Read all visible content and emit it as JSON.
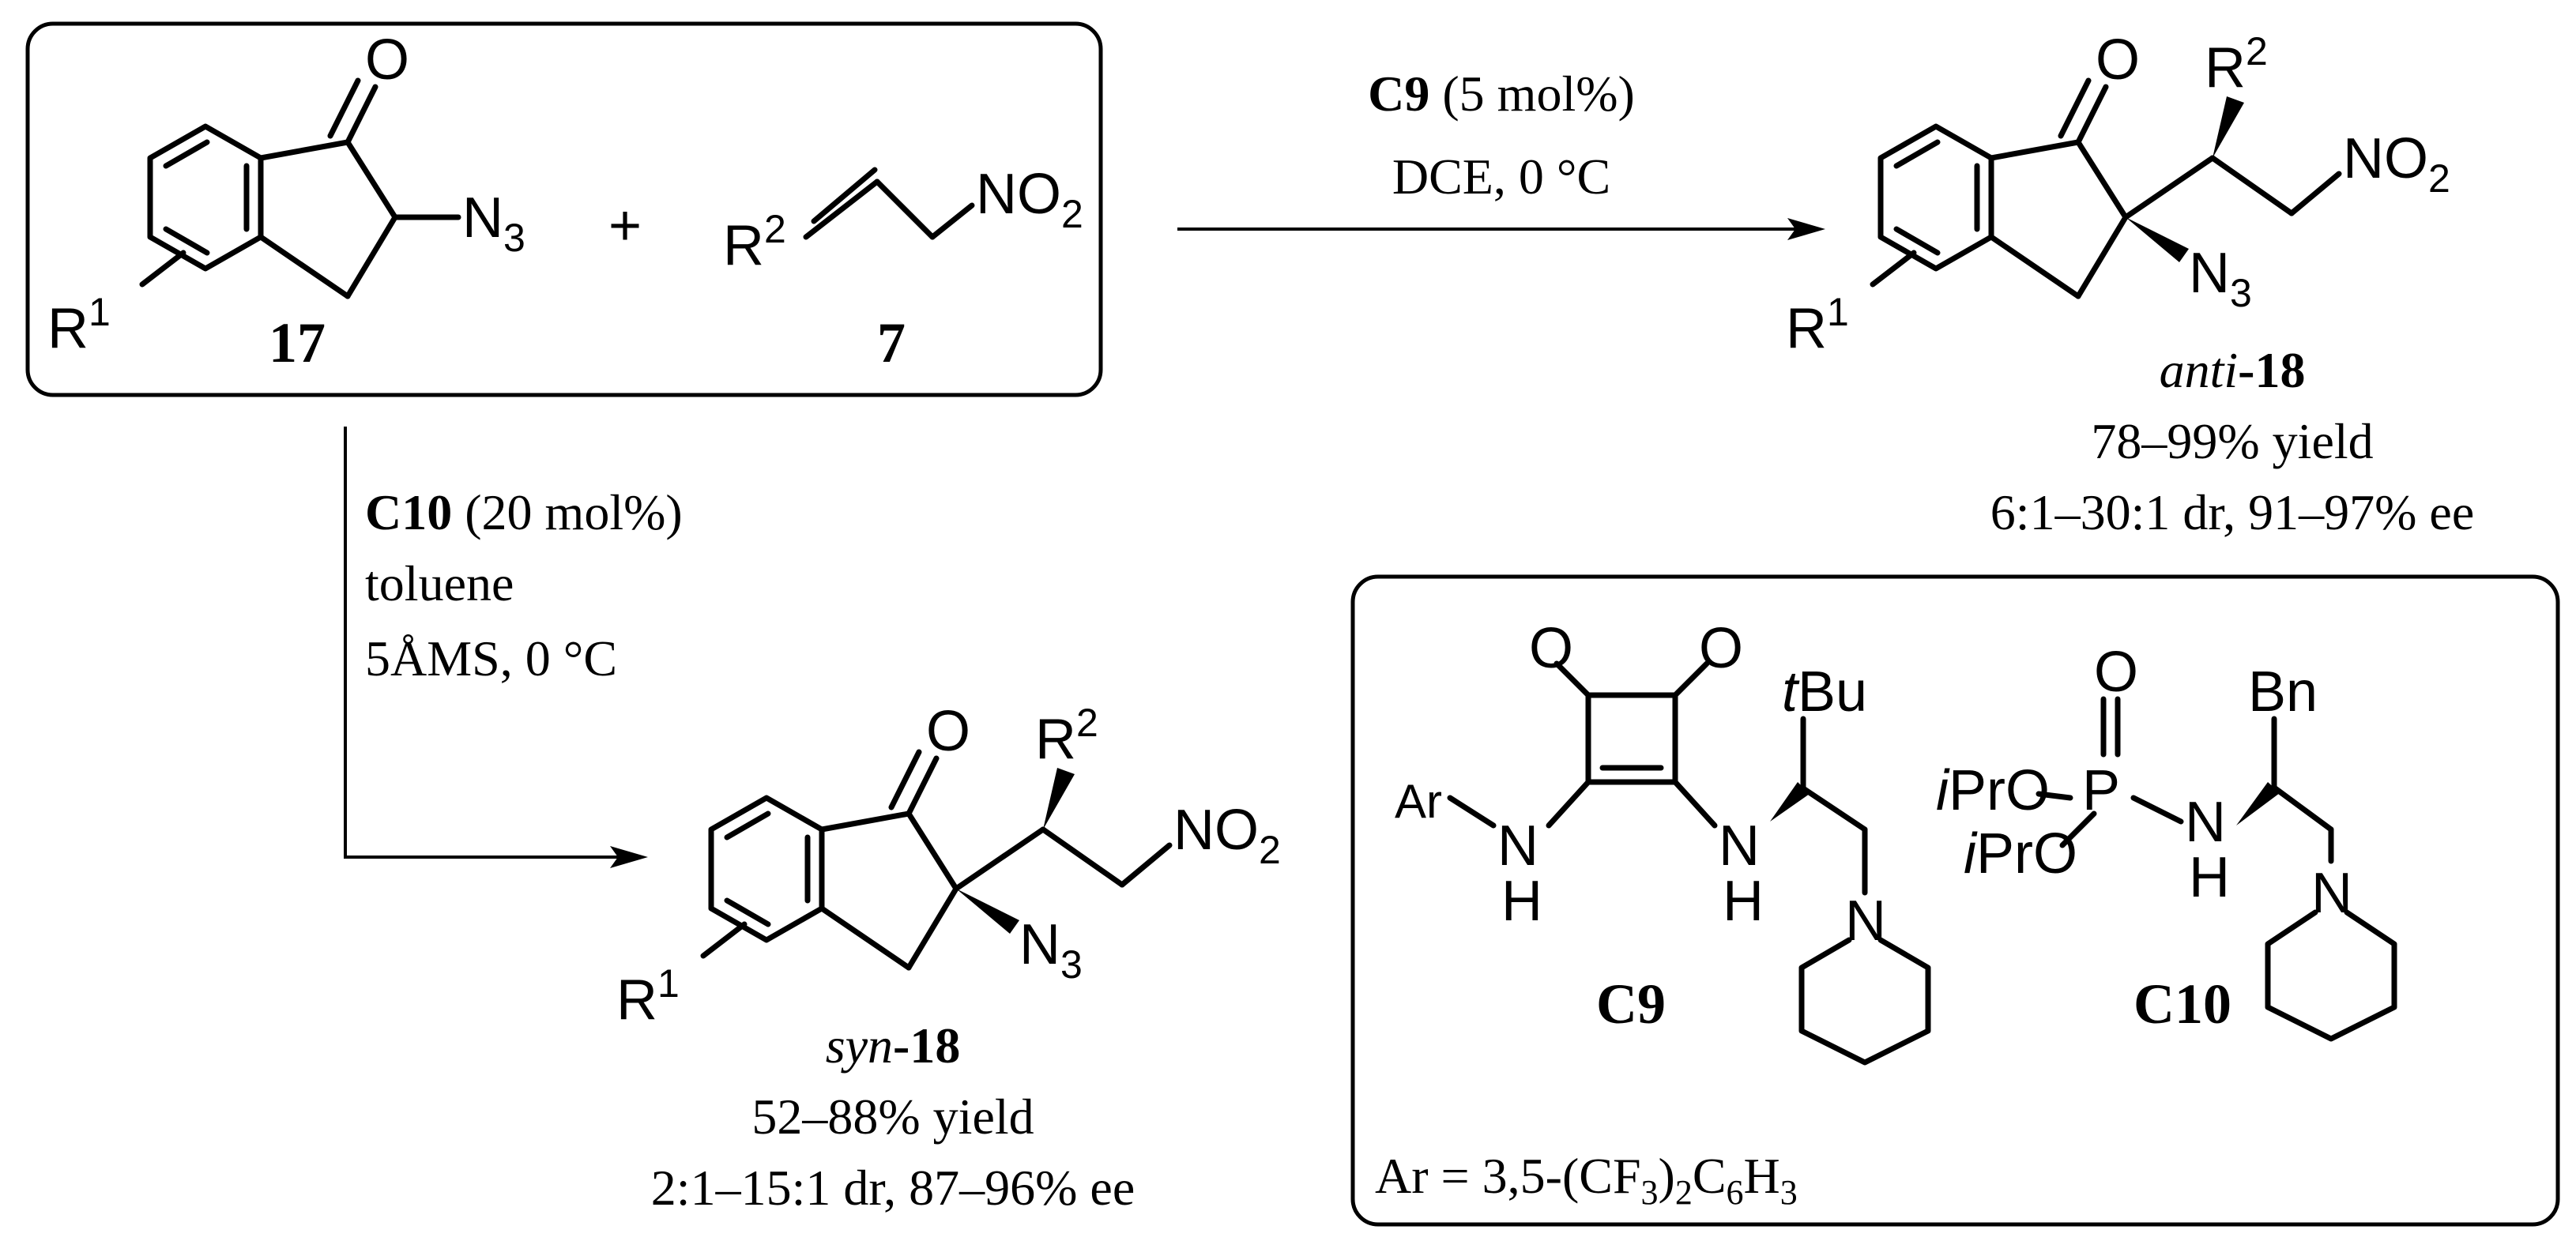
{
  "reactants": {
    "compound_17": {
      "number": "17",
      "carbonyl_o": "O",
      "azide_n": "N",
      "azide_sub": "3",
      "r": "R",
      "r_sup": "1"
    },
    "plus": "+",
    "compound_7": {
      "number": "7",
      "r": "R",
      "r_sup": "2",
      "nitro_no": "NO",
      "nitro_sub": "2"
    }
  },
  "top_reaction": {
    "catalyst": "C9",
    "loading": "(5 mol%)",
    "conditions": "DCE, 0 °C"
  },
  "left_reaction": {
    "catalyst": "C10",
    "loading": "(20 mol%)",
    "solvent": "toluene",
    "conditions": "5ÅMS, 0 °C"
  },
  "anti_product": {
    "prefix": "anti",
    "number": "-18",
    "yield": "78–99% yield",
    "selectivity": "6:1–30:1 dr, 91–97% ee",
    "o": "O",
    "r2": "R",
    "r2_sup": "2",
    "no": "NO",
    "no_sub": "2",
    "n": "N",
    "n_sub": "3",
    "r1": "R",
    "r1_sup": "1"
  },
  "syn_product": {
    "prefix": "syn",
    "number": "-18",
    "yield": "52–88% yield",
    "selectivity": "2:1–15:1 dr, 87–96% ee",
    "o": "O",
    "r2": "R",
    "r2_sup": "2",
    "no": "NO",
    "no_sub": "2",
    "n": "N",
    "n_sub": "3",
    "r1": "R",
    "r1_sup": "1"
  },
  "catalysts": {
    "c9": {
      "label": "C9",
      "o": "O",
      "ar": "Ar",
      "nh": "N",
      "h": "H",
      "tbu_t": "t",
      "tbu": "Bu",
      "pip_n": "N"
    },
    "c10": {
      "label": "C10",
      "o": "O",
      "p": "P",
      "ipro_i": "i",
      "ipro": "PrO",
      "nh": "N",
      "h": "H",
      "bn": "Bn",
      "pip_n": "N"
    },
    "ar_def": {
      "prefix": "Ar = 3,5-(CF",
      "s1": "3",
      "m1": ")",
      "s2": "2",
      "m2": "C",
      "s3": "6",
      "m3": "H",
      "s4": "3"
    }
  }
}
